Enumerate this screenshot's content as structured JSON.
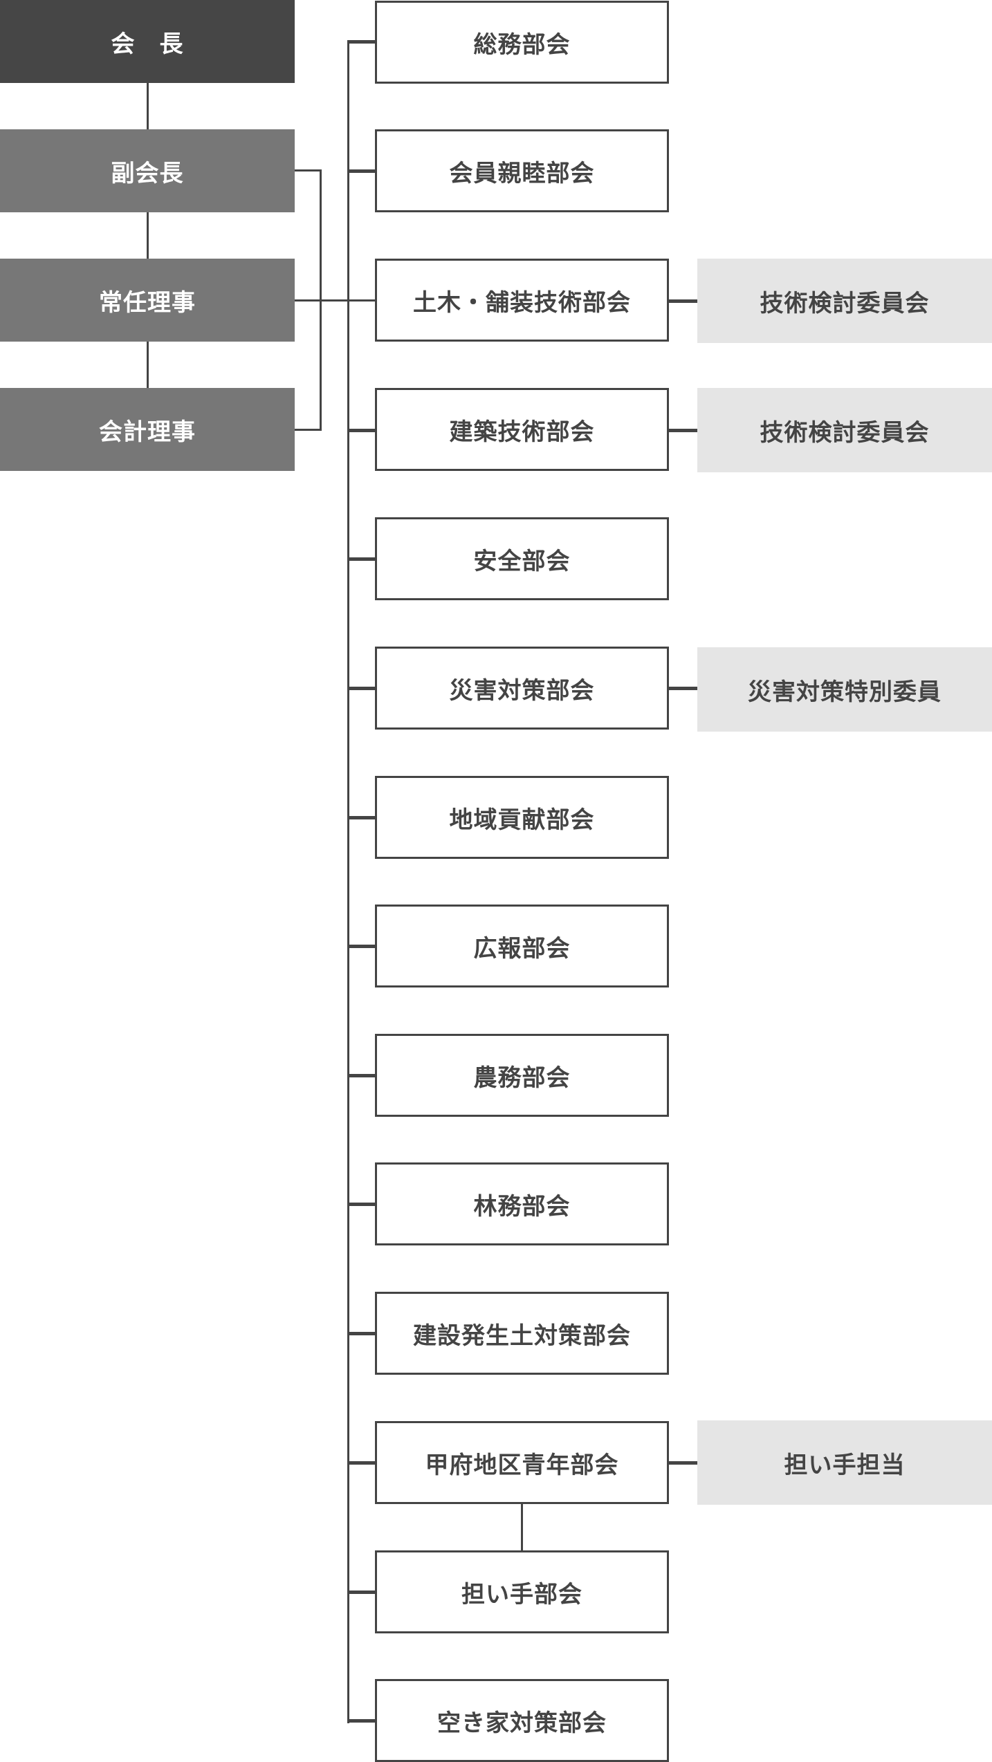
{
  "executives": [
    {
      "label": "会　長"
    },
    {
      "label": "副会長"
    },
    {
      "label": "常任理事"
    },
    {
      "label": "会計理事"
    }
  ],
  "departments": [
    {
      "label": "総務部会"
    },
    {
      "label": "会員親睦部会"
    },
    {
      "label": "土木・舗装技術部会"
    },
    {
      "label": "建築技術部会"
    },
    {
      "label": "安全部会"
    },
    {
      "label": "災害対策部会"
    },
    {
      "label": "地域貢献部会"
    },
    {
      "label": "広報部会"
    },
    {
      "label": "農務部会"
    },
    {
      "label": "林務部会"
    },
    {
      "label": "建設発生土対策部会"
    },
    {
      "label": "甲府地区青年部会"
    },
    {
      "label": "担い手部会"
    },
    {
      "label": "空き家対策部会"
    }
  ],
  "committees": [
    {
      "row": 2,
      "label": "技術検討委員会"
    },
    {
      "row": 3,
      "label": "技術検討委員会"
    },
    {
      "row": 5,
      "label": "災害対策特別委員"
    },
    {
      "row": 11,
      "label": "担い手担当"
    }
  ],
  "colors": {
    "president_bg": "#464646",
    "executive_bg": "#777777",
    "committee_bg": "#e5e5e5",
    "line": "#444444",
    "text_dark": "#444444"
  }
}
